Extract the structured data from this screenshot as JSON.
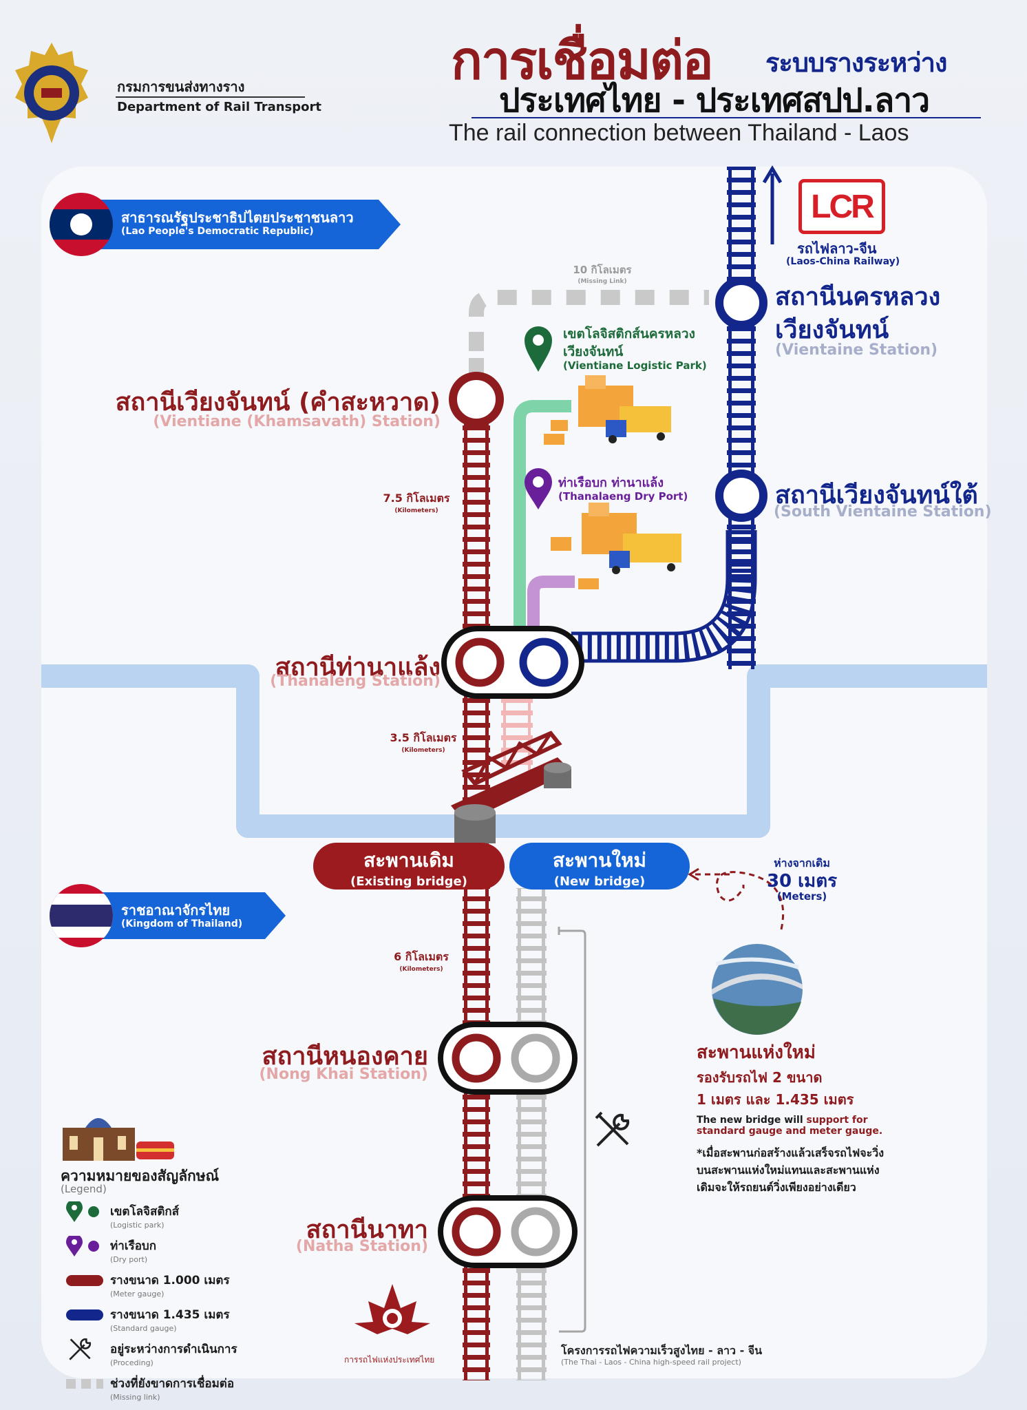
{
  "org": {
    "name_th": "กรมการขนส่งทางราง",
    "name_en": "Department of Rail Transport"
  },
  "header": {
    "title_red": "การเชื่อมต่อ",
    "title_blue": "ระบบรางระหว่าง",
    "title_line2": "ประเทศไทย - ประเทศสปป.ลาว",
    "title_en": "The rail connection between Thailand - Laos"
  },
  "countries": {
    "laos_th": "สาธารณรัฐประชาธิปไตยประชาชนลาว",
    "laos_en": "(Lao People's Democratic Republic)",
    "thai_th": "ราชอาณาจักรไทย",
    "thai_en": "(Kingdom of Thailand)"
  },
  "lcr": {
    "logo": "LCR",
    "label_th": "รถไฟลาว-จีน",
    "label_en": "(Laos-China Railway)"
  },
  "missing_link": {
    "km": "10 กิโลเมตร",
    "sub": "(Missing Link)"
  },
  "stations": {
    "vientiane_th": "สถานีนครหลวง",
    "vientiane_th2": "เวียงจันทน์",
    "vientiane_en": "(Vientaine Station)",
    "south_th": "สถานีเวียงจันทน์ใต้",
    "south_en": "(South Vientaine Station)",
    "khamsavath_th": "สถานีเวียงจันทน์ (คำสะหวาด)",
    "khamsavath_en": "(Vientiane (Khamsavath) Station)",
    "thanaleng_th": "สถานีท่านาแล้ง",
    "thanaleng_en": "(Thanaleng Station)",
    "nongkhai_th": "สถานีหนองคาย",
    "nongkhai_en": "(Nong Khai Station)",
    "natha_th": "สถานีนาทา",
    "natha_en": "(Natha Station)"
  },
  "logistics": {
    "park_th": "เขตโลจิสติกส์นครหลวง",
    "park_th2": "เวียงจันทน์",
    "park_en": "(Vientiane Logistic Park)",
    "port_th": "ท่าเรือบก ท่านาแล้ง",
    "port_en": "(Thanalaeng Dry Port)"
  },
  "distances": {
    "d1": "7.5 กิโลเมตร",
    "d2": "3.5 กิโลเมตร",
    "d3": "6 กิโลเมตร",
    "unit_en": "(Kilometers)"
  },
  "bridges": {
    "existing_th": "สะพานเดิม",
    "existing_en": "(Existing bridge)",
    "new_th": "สะพานใหม่",
    "new_en": "(New bridge)",
    "offset_th": "ห่างจากเดิม",
    "offset_value": "30 เมตร",
    "offset_en": "(Meters)"
  },
  "new_bridge_info": {
    "title": "สะพานแห่งใหม่",
    "line2": "รองรับรถไฟ 2 ขนาด",
    "line3": "1 เมตร และ 1.435 เมตร",
    "en1": "The new bridge will ",
    "en1_red": "support for",
    "en2": "standard gauge and meter gauge.",
    "note1": "*เมื่อสะพานก่อสร้างแล้วเสร็จรถไฟจะวิ่ง",
    "note2": "บนสะพานแห่งใหม่แทนและสะพานแห่ง",
    "note3": "เดิมจะให้รถยนต์วิ่งเพียงอย่างเดียว"
  },
  "project": {
    "th": "โครงการรถไฟความเร็วสูงไทย - ลาว - จีน",
    "en": "(The Thai - Laos - China high-speed rail project)"
  },
  "srt": {
    "label": "การรถไฟแห่งประเทศไทย"
  },
  "legend": {
    "title_th": "ความหมายของสัญลักษณ์",
    "title_en": "(Legend)",
    "items": [
      {
        "th": "เขตโลจิสติกส์",
        "en": "(Logistic park)"
      },
      {
        "th": "ท่าเรือบก",
        "en": "(Dry port)"
      },
      {
        "th": "รางขนาด 1.000 เมตร",
        "en": "(Meter gauge)"
      },
      {
        "th": "รางขนาด 1.435 เมตร",
        "en": "(Standard gauge)"
      },
      {
        "th": "อยู่ระหว่างการดำเนินการ",
        "en": "(Proceding)"
      },
      {
        "th": "ช่วงที่ยังขาดการเชื่อมต่อ",
        "en": "(Missing link)"
      }
    ]
  },
  "colors": {
    "meter_gauge": "#8e1b1e",
    "standard_gauge": "#12268c",
    "river": "#b9d3f0",
    "logistic": "#1d6b3a",
    "dryport": "#6a1f9a",
    "new_bridge": "#1565d8"
  }
}
